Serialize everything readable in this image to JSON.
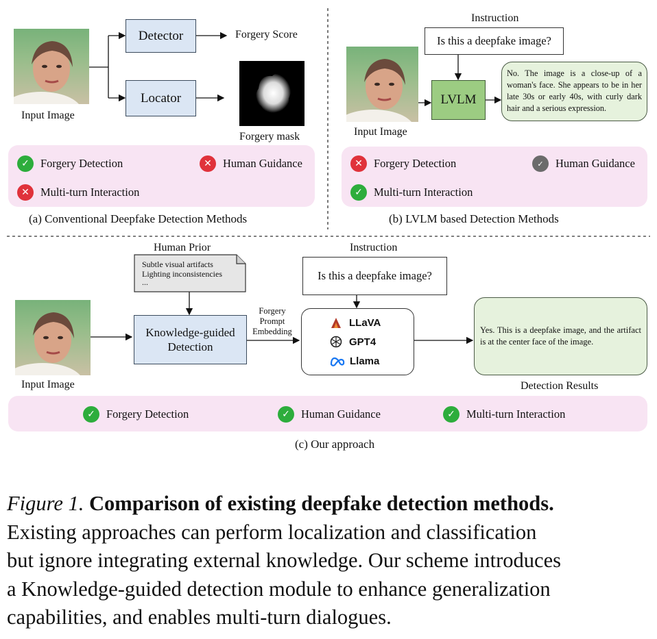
{
  "panel_a": {
    "input_label": "Input Image",
    "detector": "Detector",
    "locator": "Locator",
    "forgery_score": "Forgery Score",
    "forgery_mask": "Forgery mask",
    "badges": [
      {
        "label": "Forgery Detection",
        "status": "check"
      },
      {
        "label": "Human Guidance",
        "status": "cross"
      },
      {
        "label": "Multi-turn Interaction",
        "status": "cross"
      }
    ],
    "caption": "(a) Conventional Deepfake Detection Methods"
  },
  "panel_b": {
    "instruction_label": "Instruction",
    "question": "Is this a deepfake image?",
    "lvlm": "LVLM",
    "input_label": "Input Image",
    "answer": "No. The image is a close-up of a woman's face. She appears to be in her late 30s or early 40s, with curly dark hair and a serious expression.",
    "badges": [
      {
        "label": "Forgery Detection",
        "status": "cross"
      },
      {
        "label": "Human Guidance",
        "status": "partial"
      },
      {
        "label": "Multi-turn Interaction",
        "status": "check"
      }
    ],
    "caption": "(b) LVLM based Detection Methods"
  },
  "panel_c": {
    "human_prior_label": "Human Prior",
    "prior_lines": [
      "Subtle visual artifacts",
      "Lighting inconsistencies",
      "..."
    ],
    "instruction_label": "Instruction",
    "question": "Is this a deepfake image?",
    "knowledge_box": "Knowledge-guided Detection",
    "prompt_label": [
      "Forgery",
      "Prompt",
      "Embedding"
    ],
    "models": [
      "LLaVA",
      "GPT4",
      "Llama"
    ],
    "answer": "Yes. This is a deepfake image, and the artifact is at the center face of the image.",
    "results_label": "Detection Results",
    "input_label": "Input Image",
    "badges": [
      {
        "label": "Forgery Detection",
        "status": "check"
      },
      {
        "label": "Human Guidance",
        "status": "check"
      },
      {
        "label": "Multi-turn Interaction",
        "status": "check"
      }
    ],
    "caption": "(c) Our approach"
  },
  "figure_caption": {
    "prefix": "Figure 1.",
    "title": "Comparison of existing deepfake detection methods.",
    "lines": [
      "Existing approaches can perform localization and classification",
      "but ignore integrating external knowledge. Our scheme introduces",
      "a Knowledge-guided detection module to enhance generalization",
      "capabilities, and enables multi-turn dialogues."
    ]
  },
  "colors": {
    "check": "#2dad3c",
    "cross": "#e0323b",
    "partial": "#6b6b6b",
    "panel_bg": "#f8e4f3",
    "box_blue": "#dbe6f4",
    "bubble_green": "#e6f2dd",
    "lvlm_green": "#9ccc82"
  }
}
